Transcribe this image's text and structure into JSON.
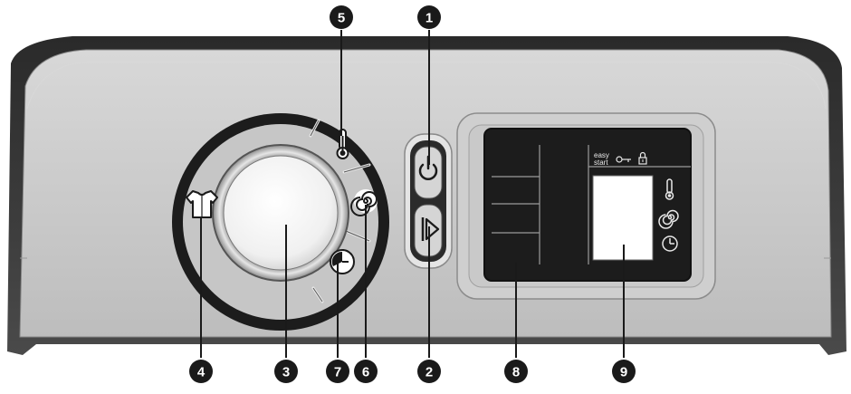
{
  "diagram": {
    "callouts": [
      {
        "id": "1",
        "label": "1",
        "part": "power-button"
      },
      {
        "id": "2",
        "label": "2",
        "part": "start-pause-button"
      },
      {
        "id": "3",
        "label": "3",
        "part": "program-dial"
      },
      {
        "id": "4",
        "label": "4",
        "part": "program-selection-shirt-icon"
      },
      {
        "id": "5",
        "label": "5",
        "part": "temperature-selection-icon"
      },
      {
        "id": "6",
        "label": "6",
        "part": "spin-selection-icon"
      },
      {
        "id": "7",
        "label": "7",
        "part": "time-delay-selection-icon"
      },
      {
        "id": "8",
        "label": "8",
        "part": "display-left-area"
      },
      {
        "id": "9",
        "label": "9",
        "part": "display-right-area"
      }
    ],
    "display": {
      "easy_line1": "easy",
      "easy_line2": "start"
    },
    "icons": [
      "shirt-icon",
      "thermometer-icon",
      "spin-spiral-icon",
      "clock-icon",
      "power-icon",
      "start-pause-icon",
      "key-icon",
      "lock-icon"
    ],
    "colors": {
      "panel": "#c4c4c4",
      "panel_dark": "#3a3a3a",
      "dial_ring": "#1f1f1f",
      "display_bg": "#1c1c1c",
      "callout": "#1a1a1a"
    }
  }
}
